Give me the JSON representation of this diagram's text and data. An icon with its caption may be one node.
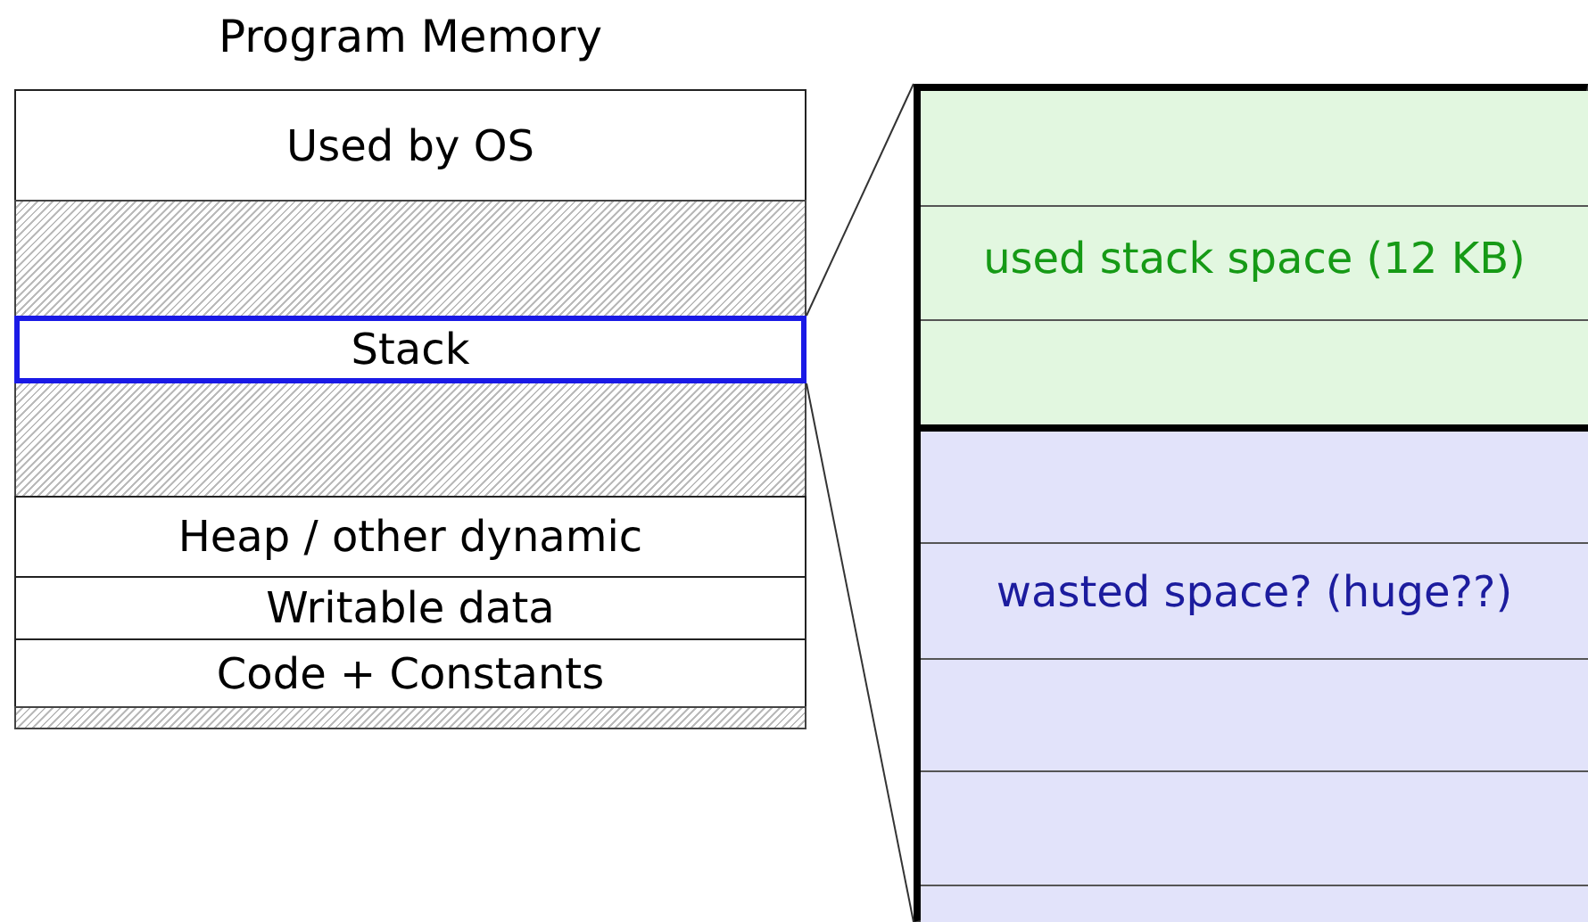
{
  "diagram": {
    "title": "Program Memory",
    "nodes": [
      {
        "text": [
          "Used by OS"
        ]
      },
      {
        "text": [],
        "shape": "box"
      },
      {
        "text": [
          "Stack"
        ]
      },
      {
        "text": [],
        "shape": "box"
      },
      {
        "text": [
          "Heap / other dynamic"
        ]
      },
      {
        "text": [
          "Writable data"
        ]
      },
      {
        "text": [
          "Code + Constants"
        ]
      },
      {
        "text": [],
        "shape": "box"
      },
      {
        "text": [],
        "shape": "box"
      },
      {
        "text": [
          "used stack space (12 KB)"
        ],
        "in": 8
      },
      {
        "text": [
          "wasted space? (huge??)"
        ],
        "in": 8
      }
    ],
    "edges": [
      {
        "from": 2,
        "to": 8,
        "arrow": "none"
      },
      {
        "from": 2,
        "to": 8,
        "arrow": "none"
      }
    ]
  }
}
